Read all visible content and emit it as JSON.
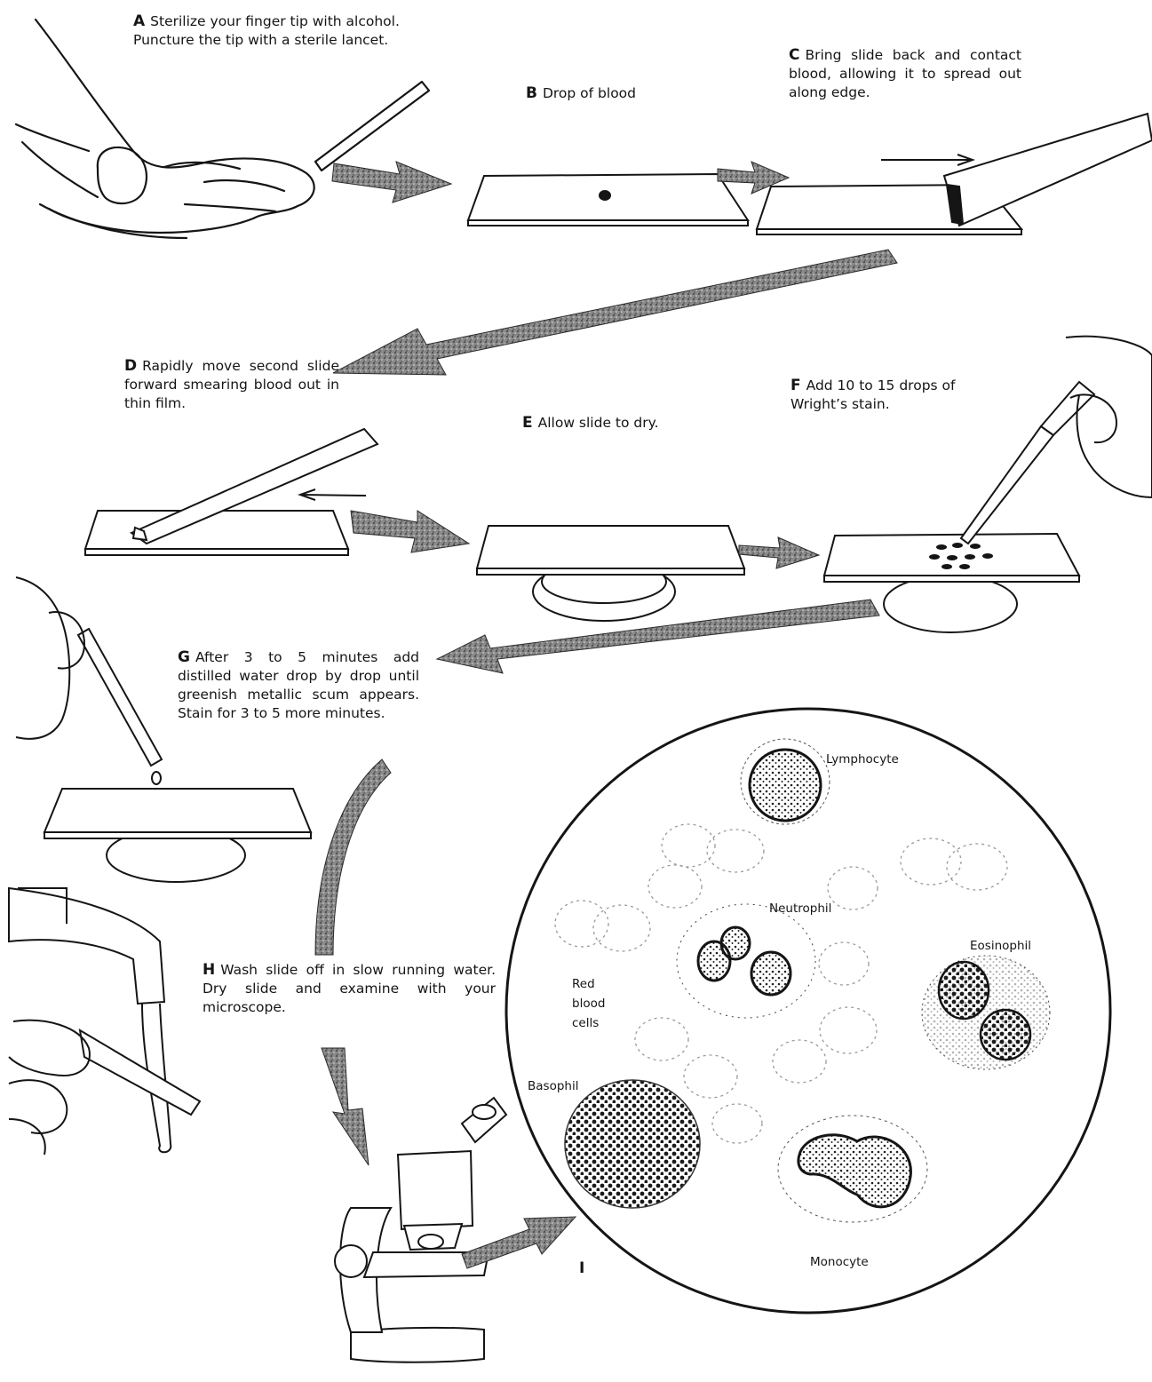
{
  "steps": [
    {
      "letter": "A",
      "text": "Sterilize your finger tip with alcohol. Puncture the tip with a sterile lancet."
    },
    {
      "letter": "B",
      "text": "Drop of blood"
    },
    {
      "letter": "C",
      "text": "Bring slide back and contact blood, allowing it to spread out along edge."
    },
    {
      "letter": "D",
      "text": "Rapidly move second slide forward smearing blood out in thin film."
    },
    {
      "letter": "E",
      "text": "Allow slide to dry."
    },
    {
      "letter": "F",
      "text": "Add 10 to 15 drops of Wright’s stain."
    },
    {
      "letter": "G",
      "text": "After 3 to 5 minutes add distilled water drop by drop until greenish metallic scum appears. Stain for 3 to 5 more minutes."
    },
    {
      "letter": "H",
      "text": "Wash slide off in slow running water. Dry slide and examine with your microscope."
    },
    {
      "letter": "I",
      "text": ""
    }
  ],
  "cells": {
    "lymphocyte": "Lymphocyte",
    "neutrophil": "Neutrophil",
    "eosinophil": "Eosinophil",
    "red_blood_cells": [
      "Red",
      "blood",
      "cells"
    ],
    "basophil": "Basophil",
    "monocyte": "Monocyte"
  },
  "colors": {
    "ink": "#151515",
    "arrow_fill": "#6e6e6e",
    "paper": "#ffffff"
  }
}
